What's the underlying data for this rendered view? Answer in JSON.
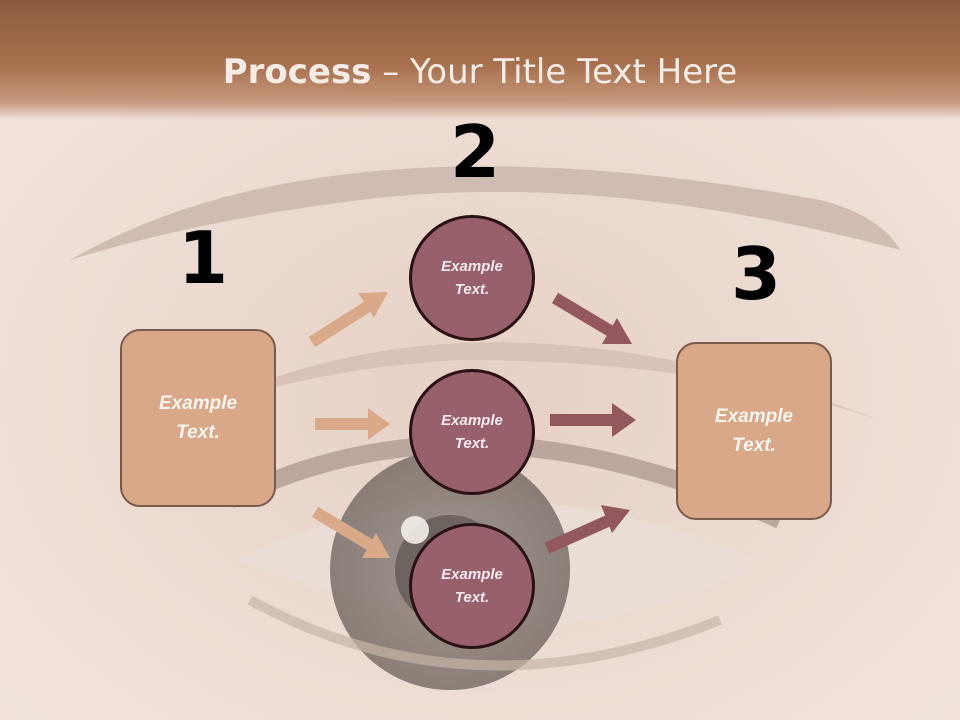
{
  "title": {
    "bold": "Process",
    "rest": " – Your Title Text Here"
  },
  "steps": [
    {
      "number": "1",
      "label": "Example\nText."
    },
    {
      "number": "2"
    },
    {
      "number": "3",
      "label": "Example\nText."
    }
  ],
  "circles": [
    {
      "label": "Example\nText."
    },
    {
      "label": "Example\nText."
    },
    {
      "label": "Example\nText."
    }
  ],
  "colors": {
    "header": "#a8714f",
    "box_fill": "#d8a888",
    "circle_fill": "#98606a",
    "arrow_left": "#d9a98a",
    "arrow_right": "#93585d"
  }
}
